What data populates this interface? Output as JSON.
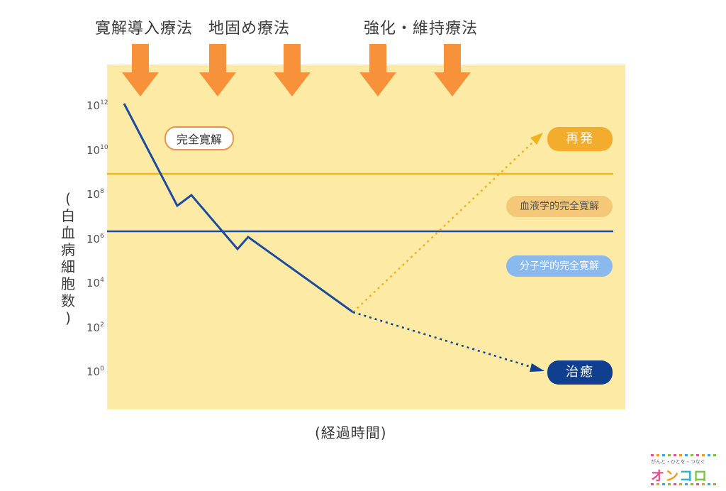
{
  "phases": [
    "寛解導入療法",
    "地固め療法",
    "強化・維持療法"
  ],
  "y_axis": {
    "label": "(白血病細胞数)",
    "ticks": [
      {
        "base": "10",
        "exp": "12",
        "value": 12
      },
      {
        "base": "10",
        "exp": "10",
        "value": 10
      },
      {
        "base": "10",
        "exp": "8",
        "value": 8
      },
      {
        "base": "10",
        "exp": "6",
        "value": 6
      },
      {
        "base": "10",
        "exp": "4",
        "value": 4
      },
      {
        "base": "10",
        "exp": "2",
        "value": 2
      },
      {
        "base": "10",
        "exp": "0",
        "value": 0
      }
    ]
  },
  "x_axis": {
    "label": "(経過時間)"
  },
  "labels": {
    "complete_remission": "完全寛解",
    "relapse": "再発",
    "hematologic_cr": "血液学的完全寛解",
    "molecular_cr": "分子学的完全寛解",
    "cure": "治癒"
  },
  "thresholds": [
    {
      "name": "hematologic",
      "log_value": 9,
      "color": "#f2b51d"
    },
    {
      "name": "molecular",
      "log_value": 6,
      "color": "#1c4a9c"
    }
  ],
  "treatment_arrows": 5,
  "colors": {
    "background_panel": "#fdeba5",
    "arrow": "#f7913a",
    "cell_line": "#1c4a9c",
    "relapse_line": "#f4b01f",
    "cure_line": "#103f8f"
  },
  "logo": {
    "tagline": "がんと・ひとを・つなぐ",
    "name": [
      "オ",
      "ン",
      "コ",
      "ロ"
    ]
  }
}
